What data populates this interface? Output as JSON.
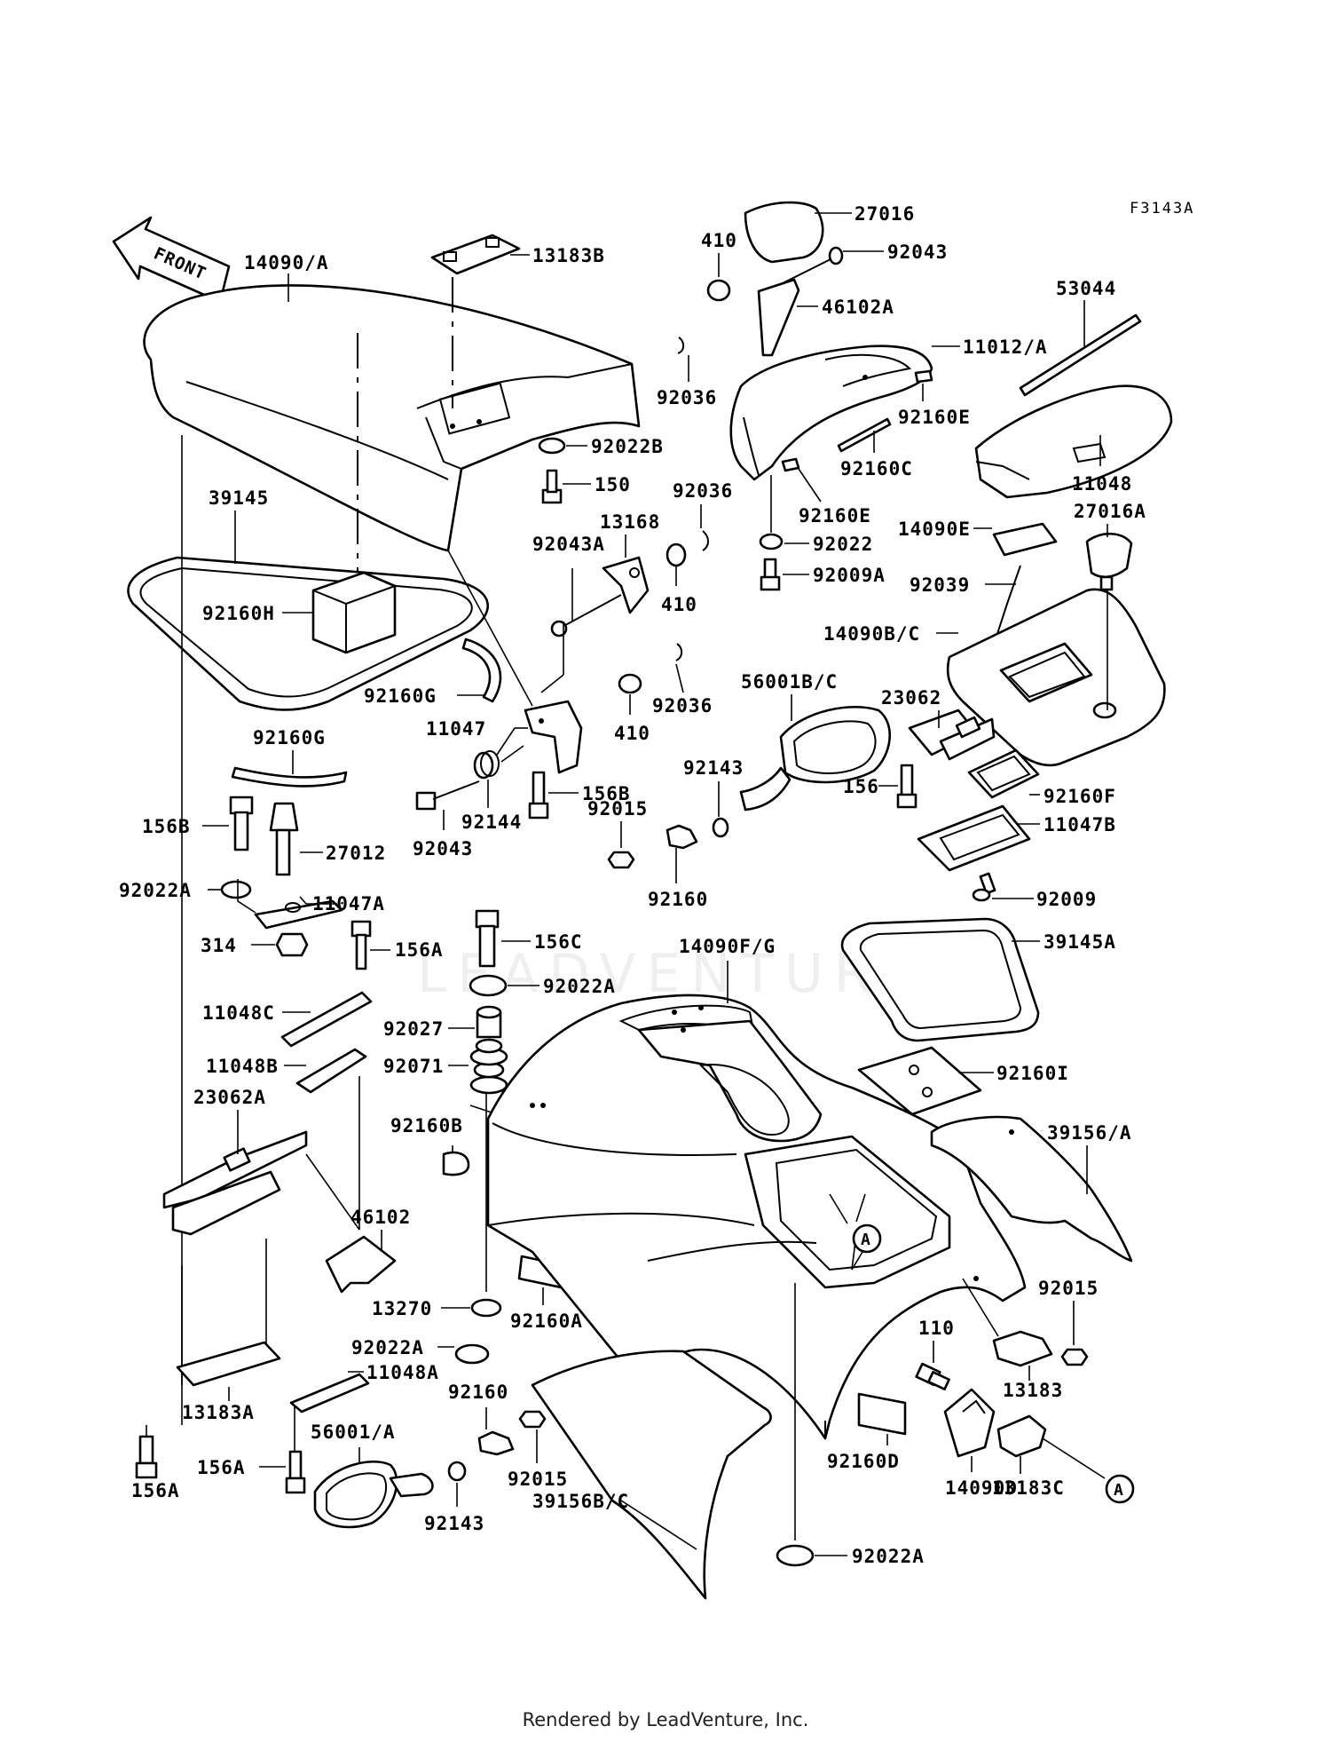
{
  "diagram_code": "F3143A",
  "front_label": "FRONT",
  "watermark": "LEADVENTURE",
  "footer": "Rendered by LeadVenture, Inc.",
  "callout_letter": "A",
  "labels": {
    "p27016": "27016",
    "p92043_top": "92043",
    "p410_a": "410",
    "p46102A": "46102A",
    "p53044": "53044",
    "p11012A": "11012/A",
    "p14090A": "14090/A",
    "p13183B": "13183B",
    "p92036_a": "92036",
    "p92160E_a": "92160E",
    "p92022B": "92022B",
    "p150": "150",
    "p92160C": "92160C",
    "p11048": "11048",
    "p39145": "39145",
    "p92036_b": "92036",
    "p13168": "13168",
    "p92160E_b": "92160E",
    "p14090E": "14090E",
    "p27016A": "27016A",
    "p92043A": "92043A",
    "p92022": "92022",
    "p92160H": "92160H",
    "p410_b": "410",
    "p92009A": "92009A",
    "p92039": "92039",
    "p14090BC": "14090B/C",
    "p92036_c": "92036",
    "p56001BC": "56001B/C",
    "p92160G_a": "92160G",
    "p410_c": "410",
    "p23062": "23062",
    "p11047": "11047",
    "p92160G_b": "92160G",
    "p92143_a": "92143",
    "p156": "156",
    "p92160F": "92160F",
    "p156B_a": "156B",
    "p156B_b": "156B",
    "p92015_a": "92015",
    "p11047B": "11047B",
    "p92022A_a": "92022A",
    "p27012": "27012",
    "p92144": "92144",
    "p92043_b": "92043",
    "p92160_a": "92160",
    "p92009": "92009",
    "p11047A": "11047A",
    "p39145A": "39145A",
    "p314": "314",
    "p156A_a": "156A",
    "p156C": "156C",
    "p14090FG": "14090F/G",
    "p92022A_b": "92022A",
    "p11048C": "11048C",
    "p92027": "92027",
    "p92160I": "92160I",
    "p11048B": "11048B",
    "p92071": "92071",
    "p23062A": "23062A",
    "p92160B": "92160B",
    "p39156A": "39156/A",
    "p46102": "46102",
    "p13270": "13270",
    "p92160A": "92160A",
    "p92015_b": "92015",
    "p110": "110",
    "p13183": "13183",
    "p92022A_c": "92022A",
    "p11048A": "11048A",
    "p13183A": "13183A",
    "p92160_b": "92160",
    "p56001A": "56001/A",
    "p92160D": "92160D",
    "p156A_b": "156A",
    "p156A_c": "156A",
    "p14090D": "14090D",
    "p13183C": "13183C",
    "p92015_c": "92015",
    "p39156BC": "39156B/C",
    "p92143_b": "92143",
    "p92022A_d": "92022A"
  }
}
